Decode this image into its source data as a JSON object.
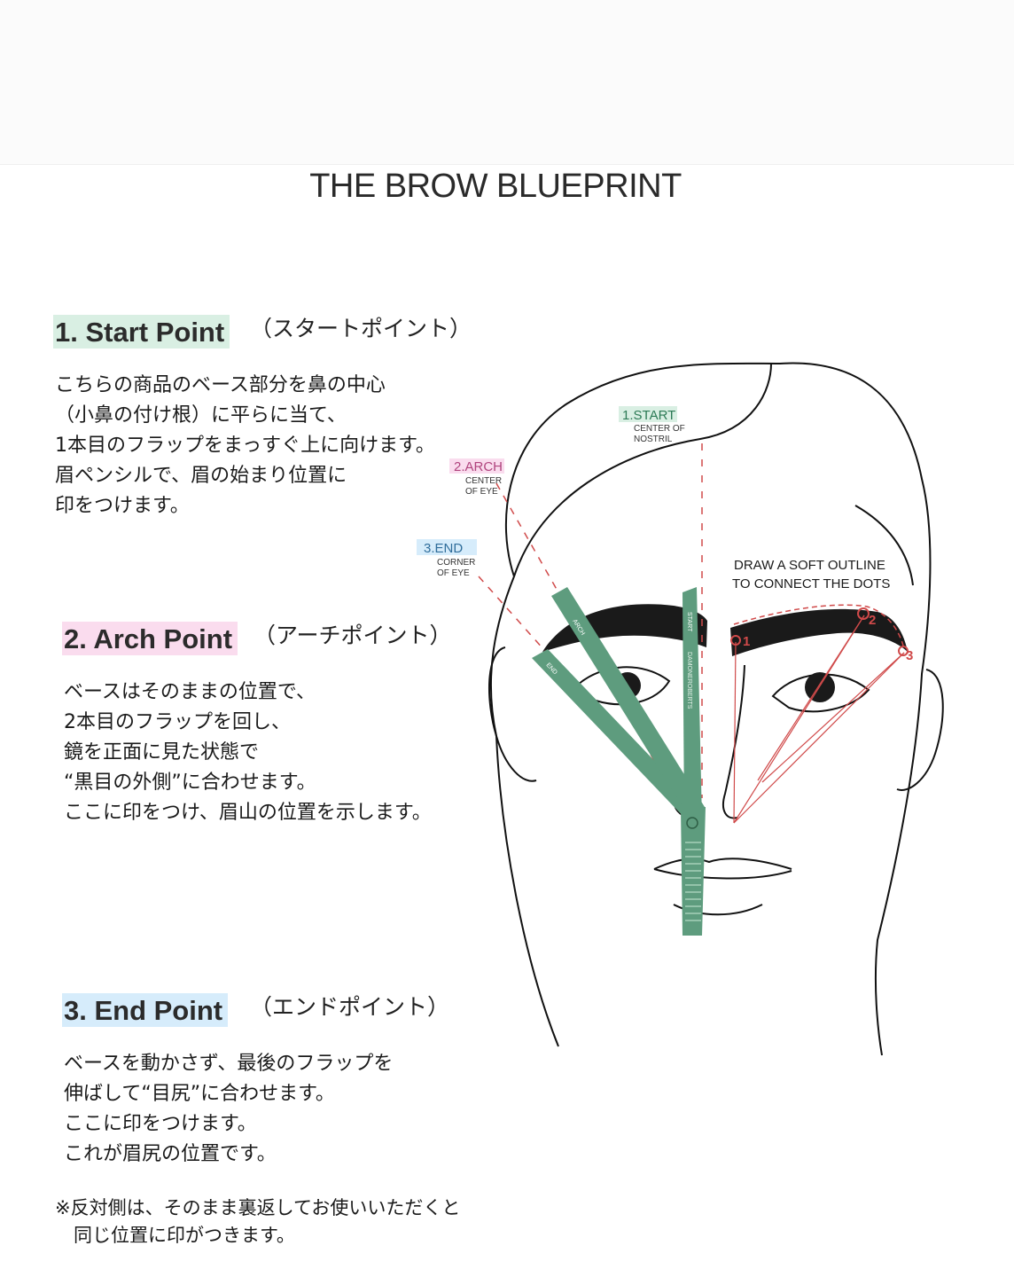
{
  "title": "THE BROW BLUEPRINT",
  "colors": {
    "green_highlight": "#d9efe3",
    "pink_highlight": "#fadcee",
    "blue_highlight": "#d6ecfb",
    "tool_green": "#5e9c7e",
    "guide_red": "#d04a4a"
  },
  "sections": [
    {
      "heading": "1. Start Point",
      "heading_jp": "（スタートポイント）",
      "lines": [
        "こちらの商品のベース部分を鼻の中心",
        "（小鼻の付け根）に平らに当て、",
        "1本目のフラップをまっすぐ上に向けます。",
        "眉ペンシルで、眉の始まり位置に",
        "印をつけます。"
      ]
    },
    {
      "heading": "2. Arch Point",
      "heading_jp": "（アーチポイント）",
      "lines": [
        "ベースはそのままの位置で、",
        "2本目のフラップを回し、",
        "鏡を正面に見た状態で",
        "“黒目の外側”に合わせます。",
        "ここに印をつけ、眉山の位置を示します。"
      ]
    },
    {
      "heading": "3. End Point",
      "heading_jp": "（エンドポイント）",
      "lines": [
        "ベースを動かさず、最後のフラップを",
        "伸ばして“目尻”に合わせます。",
        "ここに印をつけます。",
        "これが眉尻の位置です。"
      ]
    }
  ],
  "note": {
    "line1": "※反対側は、そのまま裏返してお使いいただくと",
    "line2": "　同じ位置に印がつきます。"
  },
  "diagram": {
    "start_tag": "1.START",
    "start_sub1": "CENTER OF",
    "start_sub2": "NOSTRIL",
    "arch_tag": "2.ARCH",
    "arch_sub1": "CENTER",
    "arch_sub2": "OF EYE",
    "end_tag": "3.END",
    "end_sub1": "CORNER",
    "end_sub2": "OF EYE",
    "outline_note1": "DRAW A SOFT OUTLINE",
    "outline_note2": "TO CONNECT THE DOTS",
    "dot1": "1",
    "dot2": "2",
    "dot3": "3",
    "flap1_text": "START",
    "flap2_text": "ARCH",
    "flap3_text": "END",
    "brand_text": "DAMONEROBERTS"
  }
}
